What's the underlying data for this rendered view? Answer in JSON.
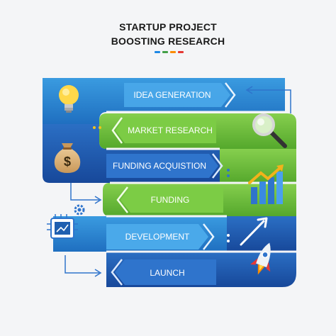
{
  "title": {
    "line1": "STARTUP PROJECT",
    "line2": "BOOSTING RESEARCH"
  },
  "accent_dots": [
    "#1e88e5",
    "#43a047",
    "#fb8c00",
    "#e53935"
  ],
  "steps": [
    {
      "label": "IDEA GENERATION",
      "color": "#2f8fd6",
      "icon": "lightbulb-icon"
    },
    {
      "label": "MARKET RESEARCH",
      "color": "#6cbf3a",
      "icon": "magnifier-icon"
    },
    {
      "label": "FUNDING ACQUISTION",
      "color": "#1f5fb0",
      "icon": "money-bag-icon"
    },
    {
      "label": "FUNDING",
      "color": "#6cbf3a",
      "icon": "bar-chart-growth-icon"
    },
    {
      "label": "DEVELOPMENT",
      "color": "#2f8fd6",
      "icon": "chip-gear-icon"
    },
    {
      "label": "LAUNCH",
      "color": "#1f5fb0",
      "icon": "rocket-icon"
    }
  ],
  "colors": {
    "blue_dark": "#1f5fb0",
    "blue_light": "#2f8fd6",
    "green": "#6cbf3a",
    "bg": "#f4f5f7"
  }
}
